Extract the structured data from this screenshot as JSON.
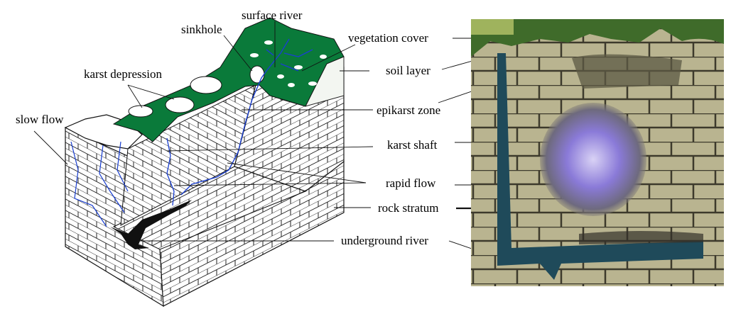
{
  "labels": {
    "surface_river": "surface river",
    "sinkhole": "sinkhole",
    "vegetation_cover": "vegetation cover",
    "karst_depression": "karst depression",
    "soil_layer": "soil layer",
    "slow_flow": "slow flow",
    "epikarst_zone": "epikarst zone",
    "karst_shaft": "karst shaft",
    "rapid_flow": "rapid flow",
    "rock_stratum": "rock stratum",
    "underground_river": "underground river"
  },
  "colors": {
    "vegetation": "#0a7a3a",
    "water": "#1a3fd0",
    "river_black": "#111111",
    "photo_stone": "#b7b18d",
    "photo_moss": "#3f6b2a",
    "photo_water": "#1f4a5a",
    "cave_glow": "#8a7ad8"
  }
}
